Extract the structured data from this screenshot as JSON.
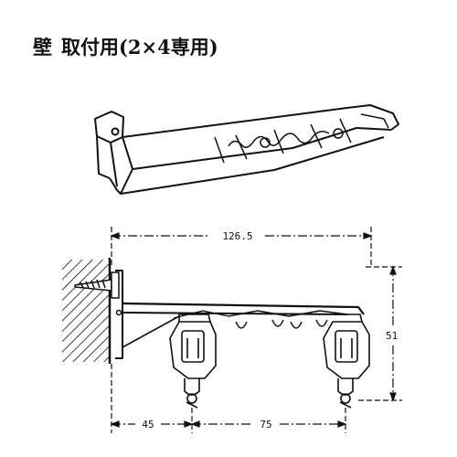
{
  "title": {
    "location": "壁",
    "mounting": "取付用(2×4専用)"
  },
  "dimensions": {
    "overall_width": "126.5",
    "height": "51",
    "wall_to_first_runner": "45",
    "runner_spacing": "75"
  }
}
